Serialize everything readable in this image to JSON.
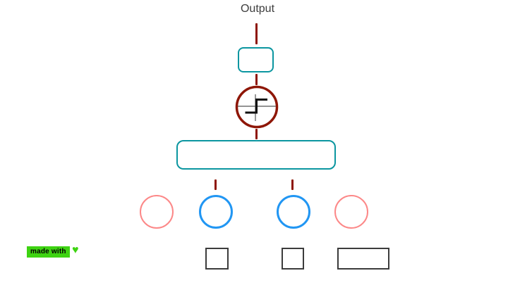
{
  "page": {
    "background": "#ffffff"
  },
  "diagram": {
    "output_label": "Output",
    "connector_color": "#8e1606",
    "nodes": [
      {
        "id": "output-box",
        "type": "rounded-rect",
        "color_role": "teal"
      },
      {
        "id": "activation-node",
        "type": "circle-with-step-function",
        "color_role": "dark_red"
      },
      {
        "id": "weights-box",
        "type": "rounded-rect",
        "color_role": "teal"
      },
      {
        "id": "input-node-1",
        "type": "circle",
        "color_role": "salmon",
        "state": "inactive"
      },
      {
        "id": "input-node-2",
        "type": "circle",
        "color_role": "blue",
        "state": "active"
      },
      {
        "id": "input-node-3",
        "type": "circle",
        "color_role": "blue",
        "state": "active"
      },
      {
        "id": "input-node-4",
        "type": "circle",
        "color_role": "salmon",
        "state": "inactive"
      },
      {
        "id": "value-box-1",
        "type": "rect",
        "color_role": "box_gray"
      },
      {
        "id": "value-box-2",
        "type": "rect",
        "color_role": "box_gray"
      },
      {
        "id": "value-box-3",
        "type": "rect-wide",
        "color_role": "box_gray"
      }
    ]
  },
  "badge": {
    "text": "made with",
    "heart_icon": "♥"
  },
  "colors": {
    "teal": "#0b96a0",
    "dark_red": "#8e1606",
    "salmon": "#fc8888",
    "blue": "#2196f3",
    "box_gray": "#3c3c3c",
    "badge_green": "#3ed312",
    "text_gray": "#3d3d3d",
    "axis_gray": "#555555",
    "step_black": "#111111",
    "page_bg": "#ffffff"
  }
}
